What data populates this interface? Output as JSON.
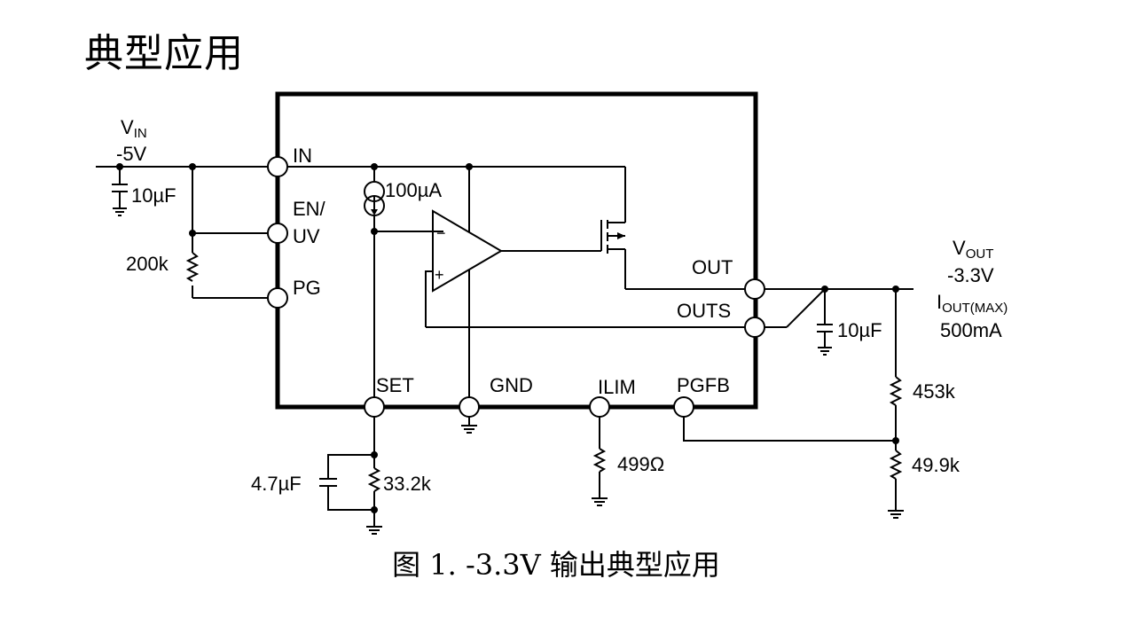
{
  "title": "典型应用",
  "caption": "图 1. -3.3V 输出典型应用",
  "input": {
    "label_main": "V",
    "label_sub": "IN",
    "voltage": "-5V"
  },
  "output": {
    "label_main": "V",
    "label_sub": "OUT",
    "voltage": "-3.3V",
    "current_main": "I",
    "current_sub": "OUT(MAX)",
    "current": "500mA"
  },
  "pins": {
    "in": "IN",
    "en_uv_line1": "EN/",
    "en_uv_line2": "UV",
    "pg": "PG",
    "out": "OUT",
    "outs": "OUTS",
    "set": "SET",
    "gnd": "GND",
    "ilim": "ILIM",
    "pgfb": "PGFB"
  },
  "components": {
    "c_in": "10µF",
    "r_pg": "200k",
    "i_ref": "100µA",
    "c_out": "10µF",
    "c_set": "4.7µF",
    "r_set": "33.2k",
    "r_ilim": "499Ω",
    "r_top": "453k",
    "r_bot": "49.9k"
  },
  "opamp": {
    "inv": "−",
    "noninv": "+"
  }
}
